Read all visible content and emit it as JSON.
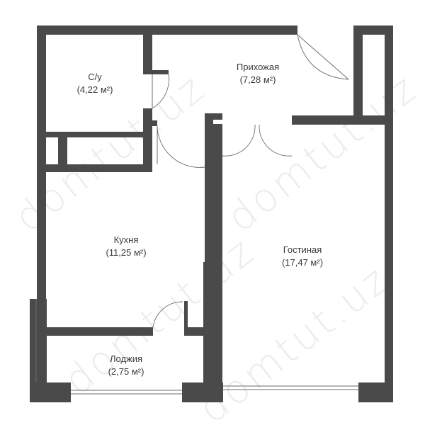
{
  "rooms": {
    "bathroom": {
      "name": "С/у",
      "area": "(4,22 м²)"
    },
    "hallway": {
      "name": "Прихожая",
      "area": "(7,28 м²)"
    },
    "kitchen": {
      "name": "Кухня",
      "area": "(11,25 м²)"
    },
    "living": {
      "name": "Гостиная",
      "area": "(17,47 м²)"
    },
    "loggia": {
      "name": "Лоджия",
      "area": "(2,75 м²)"
    }
  },
  "watermark": {
    "text": "domtut.uz"
  },
  "colors": {
    "wall": "#4a4a4a",
    "line": "#6d6d6d",
    "text": "#3b3b3b"
  }
}
